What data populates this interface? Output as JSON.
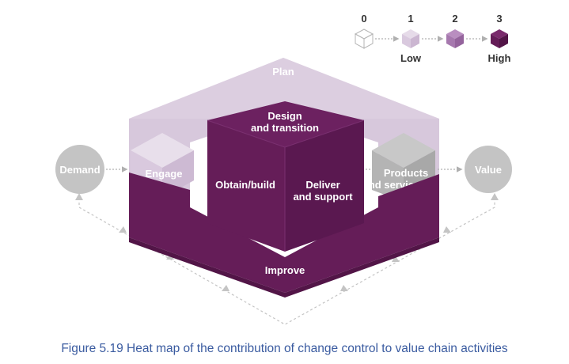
{
  "legend": {
    "levels": [
      "0",
      "1",
      "2",
      "3"
    ],
    "low_label": "Low",
    "high_label": "High",
    "level_colors": [
      "#ffffff",
      "#d9c9de",
      "#a678ae",
      "#651d58"
    ]
  },
  "nodes": {
    "demand": "Demand",
    "value": "Value"
  },
  "activities": {
    "plan": "Plan",
    "engage": "Engage",
    "design_line1": "Design",
    "design_line2": "and transition",
    "obtain": "Obtain/build",
    "deliver_line1": "Deliver",
    "deliver_line2": "and support",
    "products_line1": "Products",
    "products_line2": "and services",
    "improve": "Improve"
  },
  "heat_levels": {
    "plan": 1,
    "engage": 1,
    "design_and_transition": 3,
    "obtain_build": 3,
    "deliver_and_support": 3,
    "improve": 3
  },
  "caption": "Figure 5.19 Heat map of the contribution of change control to value chain activities"
}
